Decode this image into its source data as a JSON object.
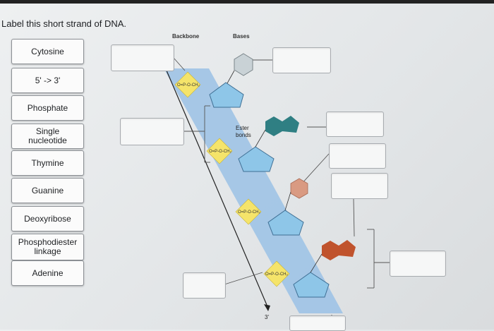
{
  "instruction": "Label this short strand of DNA.",
  "labels": [
    "Cytosine",
    "5' -> 3'",
    "Phosphate",
    "Single\nnucleotide",
    "Thymine",
    "Guanine",
    "Deoxyribose",
    "Phosphodiester\nlinkage",
    "Adenine"
  ],
  "diagram": {
    "backbone_heading": "Backbone",
    "bases_heading": "Bases",
    "ester_bonds": "Ester\nbonds",
    "end_label": "3'",
    "phosphate_text": "O=P-O-CH₂",
    "colors": {
      "backbone_band": "#9fc3e6",
      "phosphate": "#f5e46a",
      "sugar": "#8ec6e8",
      "cytosine": "#c9d2d6",
      "guanine": "#2f7f83",
      "thymine": "#d99a82",
      "adenine": "#c0532d"
    }
  }
}
